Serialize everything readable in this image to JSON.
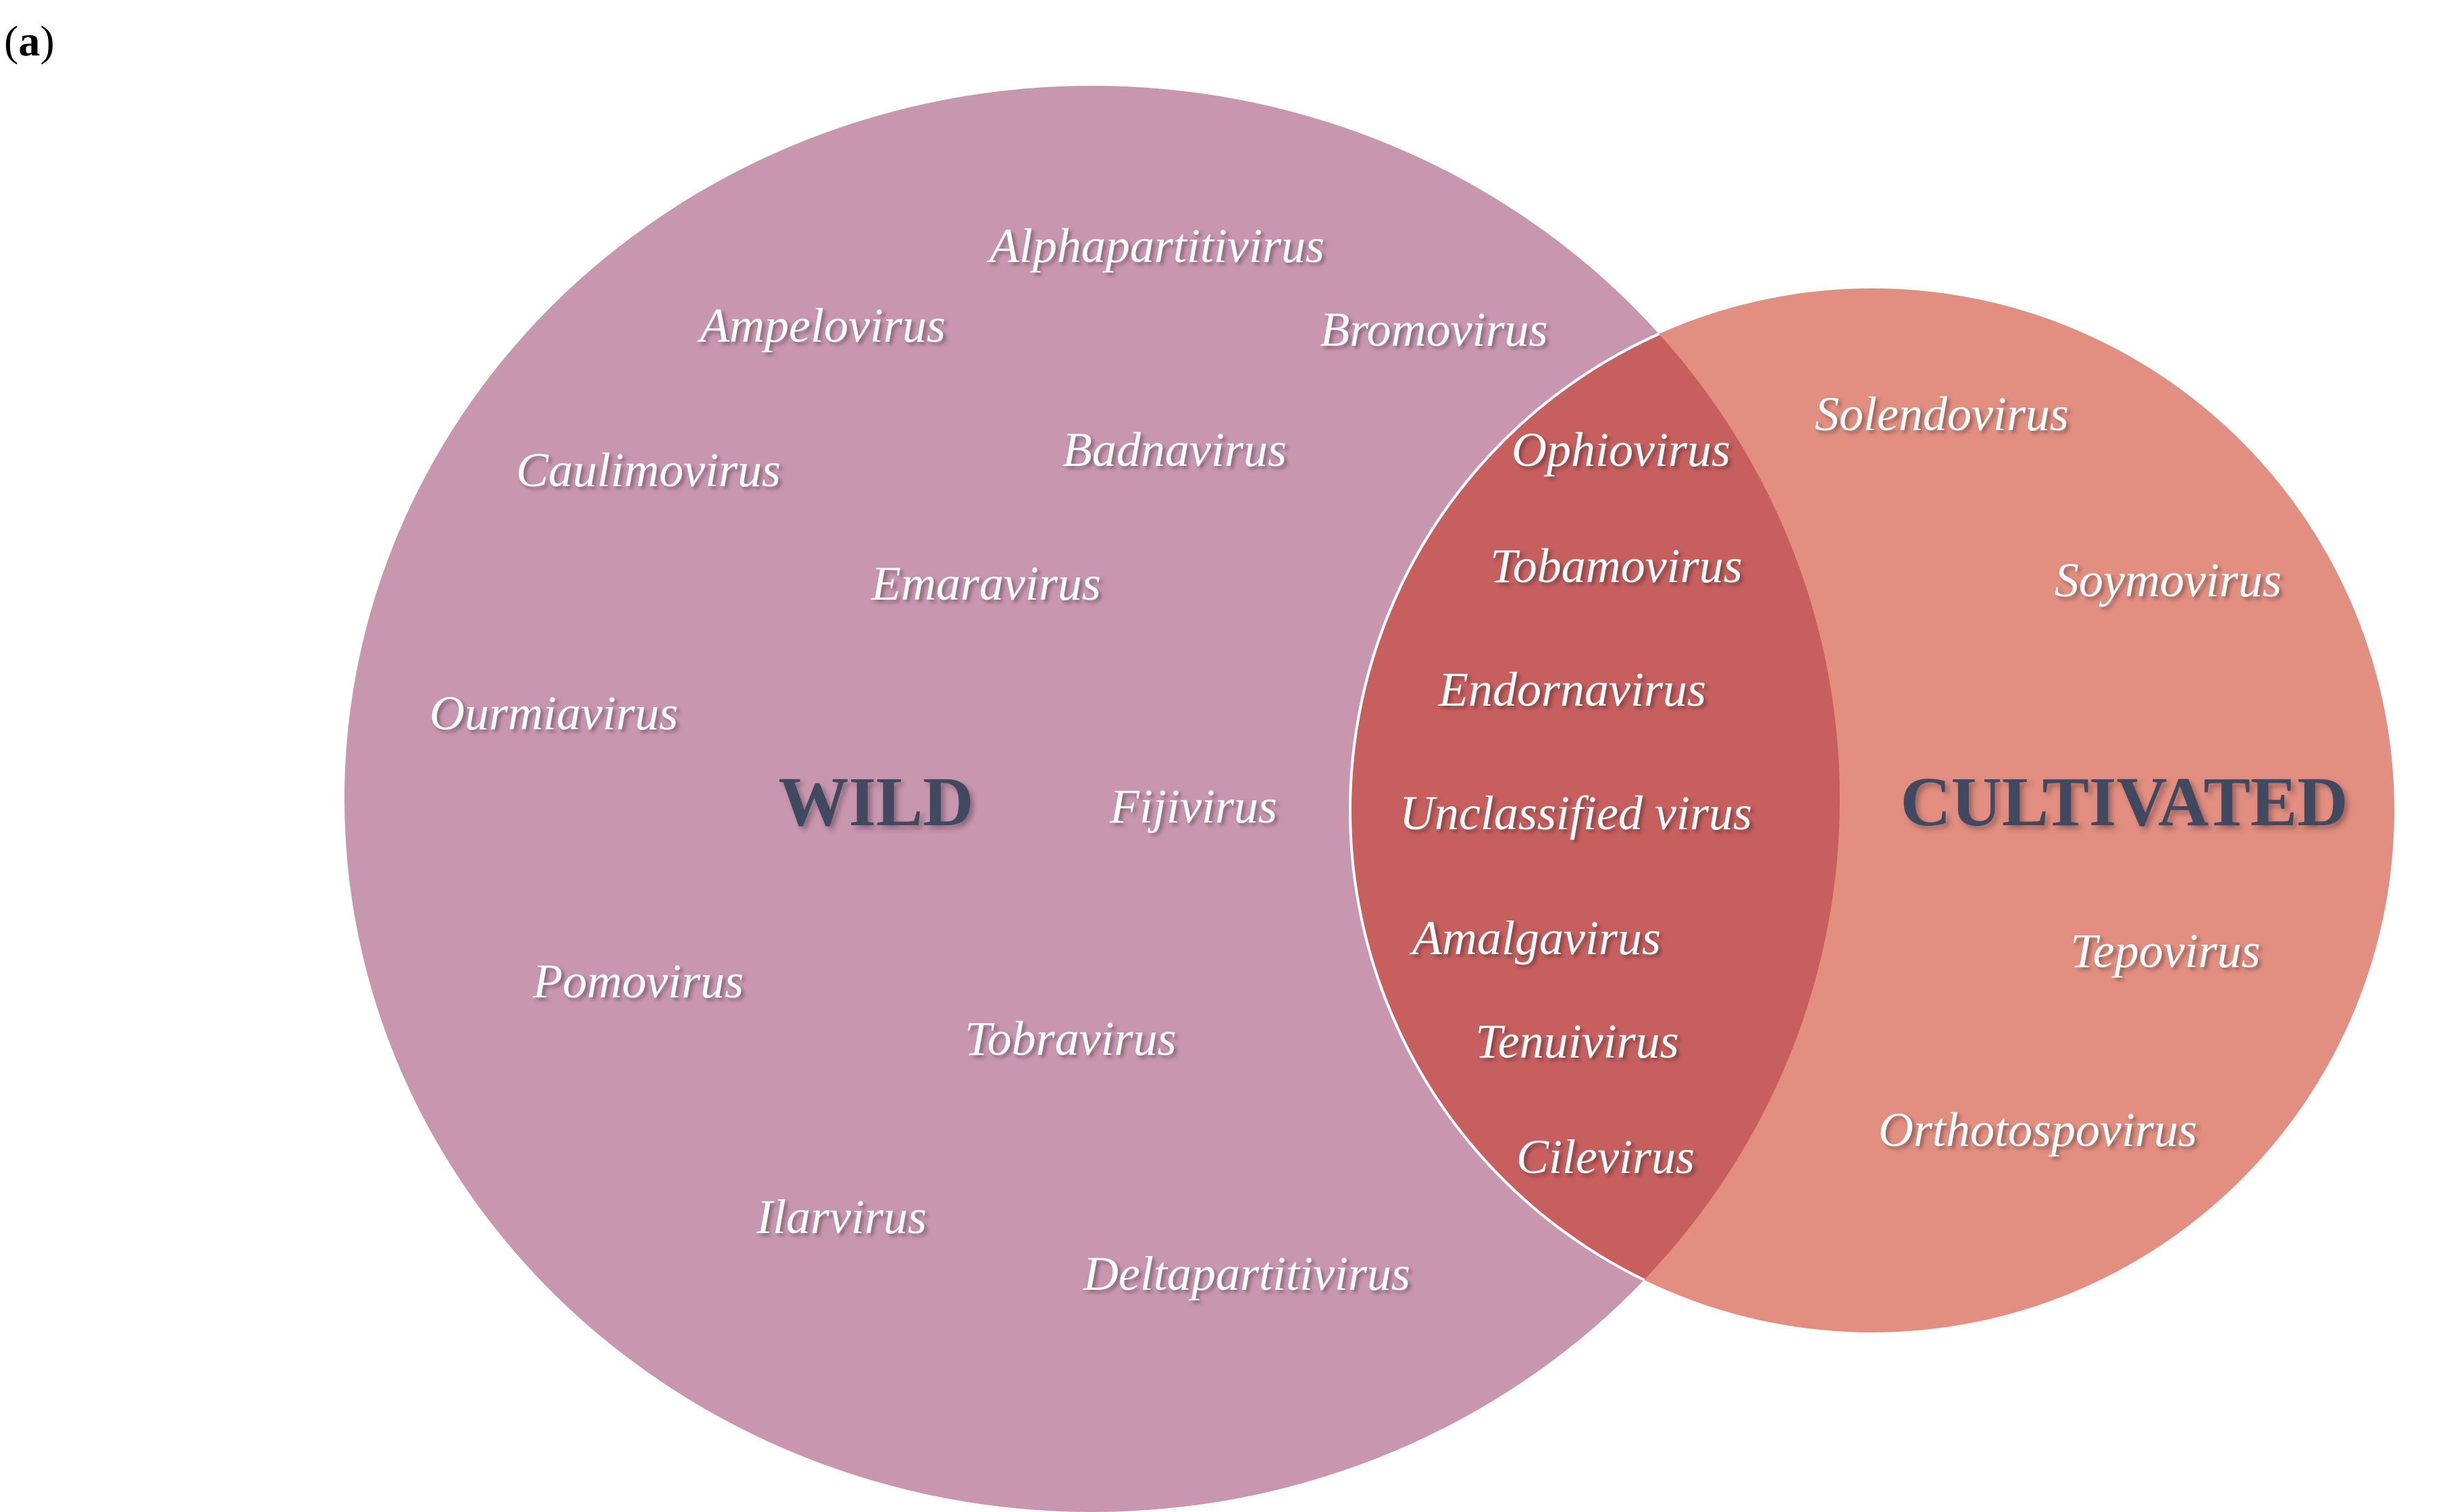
{
  "panel_label": {
    "open": "(",
    "letter": "a",
    "close": ")"
  },
  "colors": {
    "wild_fill": "#c996b0",
    "cultivated_fill": "#e28e81",
    "overlap_fill": "#c75f5f",
    "label_text": "#ffffff",
    "set_title_text": "#3f4a5e",
    "circle_outline": "#ffffff"
  },
  "sets": {
    "wild": {
      "title": "WILD",
      "genera": [
        "Alphapartitivirus",
        "Ampelovirus",
        "Bromovirus",
        "Caulimovirus",
        "Badnavirus",
        "Emaravirus",
        "Ourmiavirus",
        "Fijivirus",
        "Pomovirus",
        "Tobravirus",
        "Ilarvirus",
        "Deltapartitivirus"
      ]
    },
    "shared": {
      "genera": [
        "Ophiovirus",
        "Tobamovirus",
        "Endornavirus",
        "Unclassified virus",
        "Amalgavirus",
        "Tenuivirus",
        "Cilevirus"
      ]
    },
    "cultivated": {
      "title": "CULTIVATED",
      "genera": [
        "Solendovirus",
        "Soymovirus",
        "Tepovirus",
        "Orthotospovirus"
      ]
    }
  }
}
